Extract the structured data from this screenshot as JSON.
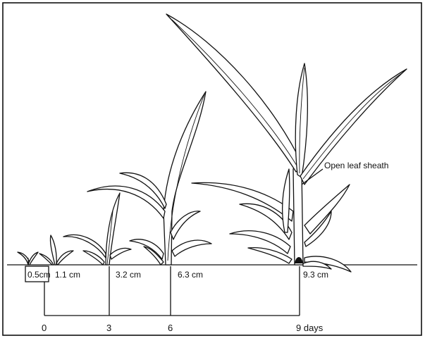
{
  "annotation": {
    "label": "Open leaf sheath"
  },
  "heights": [
    {
      "label": "0.5cm"
    },
    {
      "label": "1.1 cm"
    },
    {
      "label": "3.2 cm"
    },
    {
      "label": "6.3 cm"
    },
    {
      "label": "9.3 cm"
    }
  ],
  "timeline": {
    "ticks": [
      "0",
      "3",
      "6",
      "9 days"
    ]
  }
}
